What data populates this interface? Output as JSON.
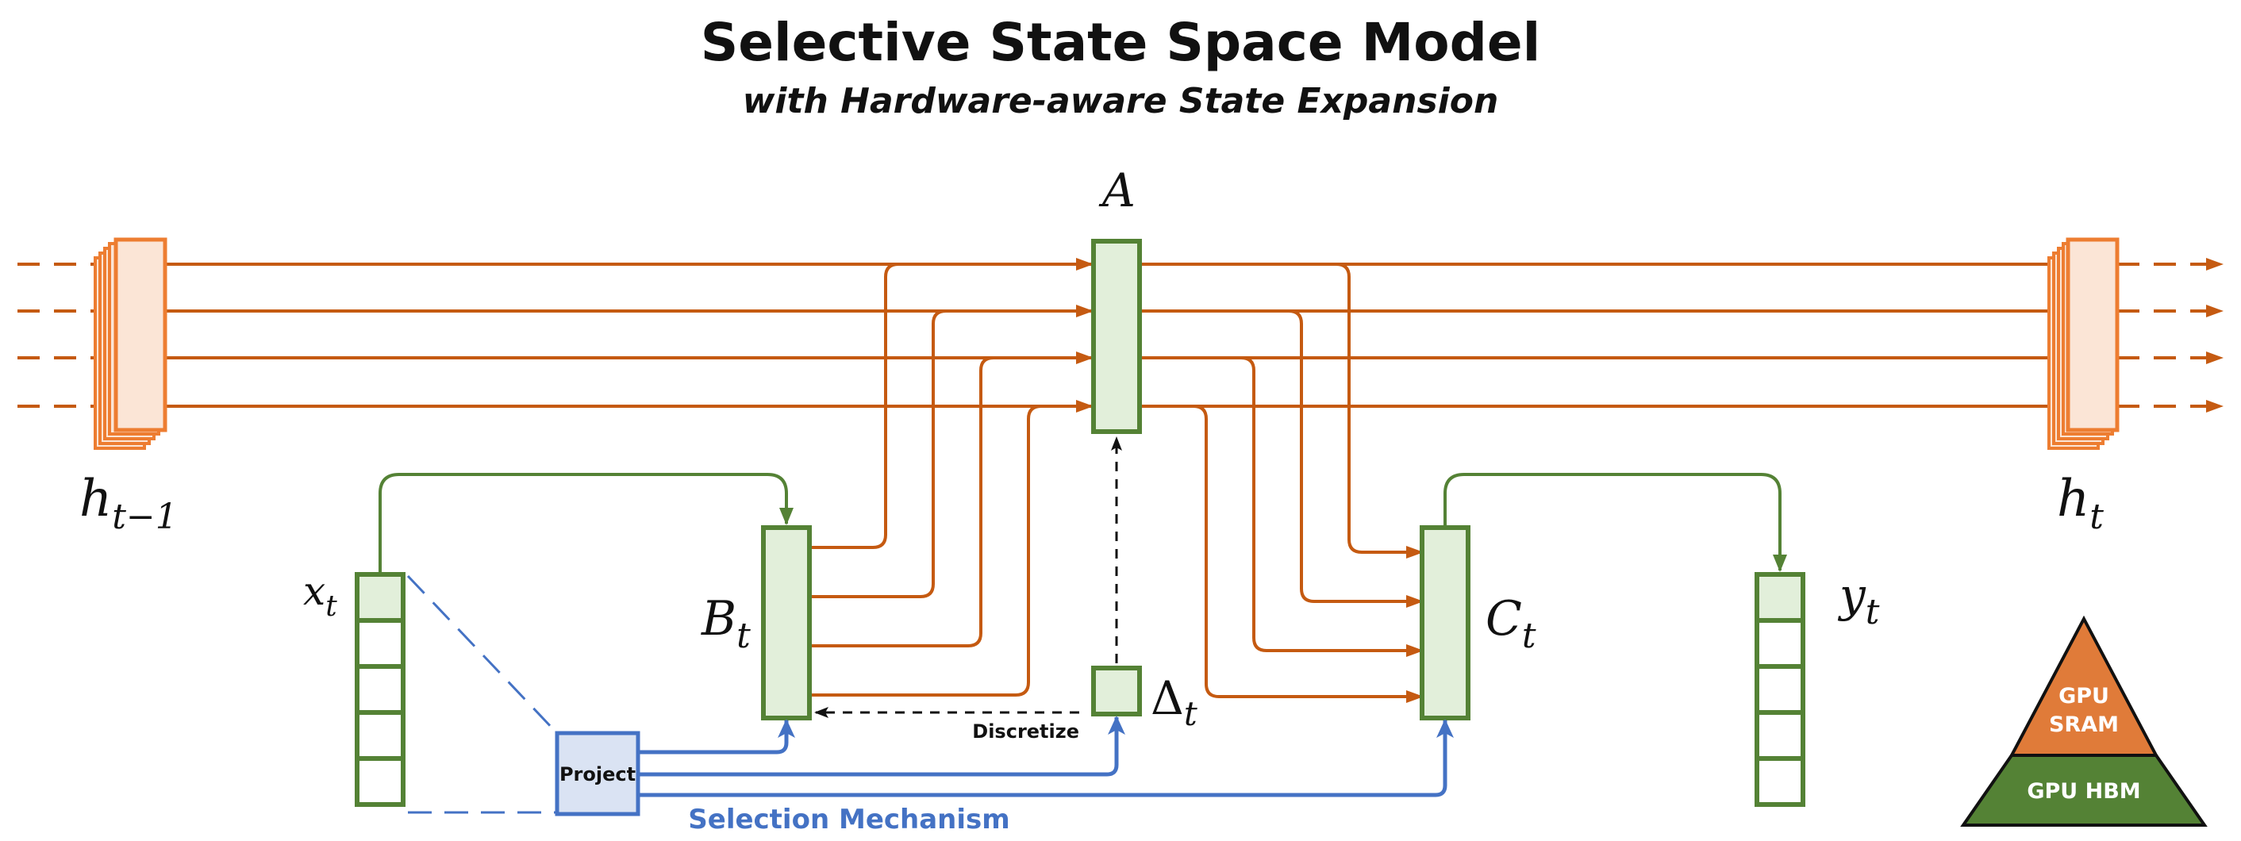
{
  "title": "Selective State Space Model",
  "subtitle": "with Hardware-aware State Expansion",
  "labels": {
    "A": "A",
    "B": "B",
    "B_sub": "t",
    "C": "C",
    "C_sub": "t",
    "delta": "Δ",
    "delta_sub": "t",
    "x": "x",
    "x_sub": "t",
    "y": "y",
    "y_sub": "t",
    "h_prev": "h",
    "h_prev_sub": "t−1",
    "h_next": "h",
    "h_next_sub": "t"
  },
  "project_label": "Project",
  "discretize_label": "Discretize",
  "selection_label": "Selection Mechanism",
  "pyramid": {
    "top": [
      "GPU",
      "SRAM"
    ],
    "bottom": "GPU HBM"
  },
  "colors": {
    "state_orange": "#c55a11",
    "block_green": "#548235",
    "block_fill": "#e2efda",
    "selection_blue": "#4472c4",
    "sram": "#e07b39",
    "hbm": "#548235"
  }
}
